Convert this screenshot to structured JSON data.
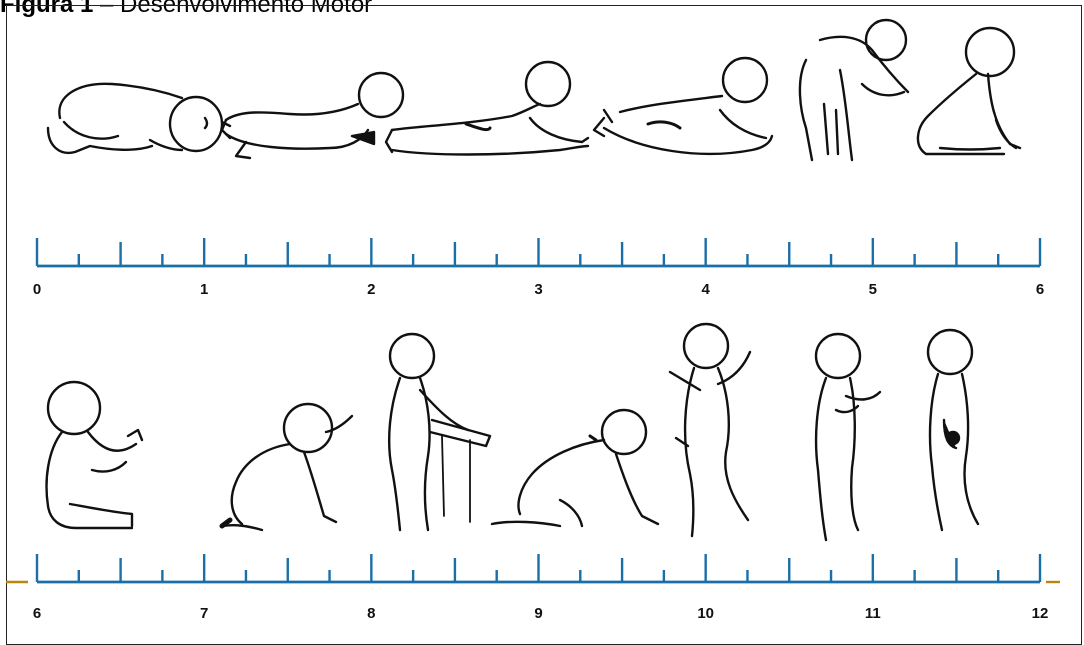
{
  "figure": {
    "label": "Figura 1",
    "separator": " – ",
    "title": "Desenvolvimento Motor"
  },
  "timelines": [
    {
      "ticks": [
        "0",
        "1",
        "2",
        "3",
        "4",
        "5",
        "6"
      ]
    },
    {
      "ticks": [
        "6",
        "7",
        "8",
        "9",
        "10",
        "11",
        "12"
      ]
    }
  ],
  "colors": {
    "axis": "#1a6fa8",
    "accent": "#b8860b",
    "ink": "#111111"
  },
  "figures_top": [
    "prone-flexed-icon",
    "prone-head-lift-icon",
    "prone-forearm-support-icon",
    "prone-chest-up-icon",
    "supported-standing-icon",
    "tripod-sitting-icon"
  ],
  "figures_bottom": [
    "sitting-icon",
    "crawling-reaching-icon",
    "standing-with-support-icon",
    "crawling-icon",
    "cruising-walking-icon",
    "standing-alone-icon",
    "walking-icon"
  ]
}
